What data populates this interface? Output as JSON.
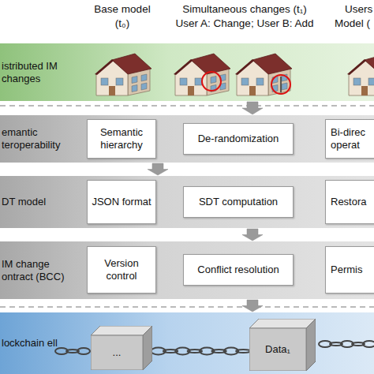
{
  "diagram": {
    "nodes": [
      {
        "text": [
          "istributed IM changes"
        ]
      },
      {
        "text": [
          "emantic teroperability"
        ]
      },
      {
        "text": [
          "Semantic hierarchy"
        ],
        "in": 1
      },
      {
        "text": [
          "De-randomization"
        ],
        "in": 1
      },
      {
        "text": [
          "Bi-direc operat"
        ],
        "in": 1
      },
      {
        "text": [
          "DT model"
        ]
      },
      {
        "text": [
          "JSON format"
        ],
        "in": 5
      },
      {
        "text": [
          "SDT computation"
        ],
        "in": 5
      },
      {
        "text": [
          "Restora"
        ],
        "in": 5
      },
      {
        "text": [
          "IM change ontract (BCC)"
        ]
      },
      {
        "text": [
          "Version control"
        ],
        "in": 9
      },
      {
        "text": [
          "Conflict resolution"
        ],
        "in": 9
      },
      {
        "text": [
          "Permis"
        ],
        "in": 9
      },
      {
        "text": [
          "lockchain ell"
        ]
      },
      {
        "text": [
          "..."
        ],
        "in": 13
      },
      {
        "text": [
          "Data₁"
        ],
        "in": 13
      }
    ],
    "edges": [
      {
        "from": 0,
        "to": 1,
        "arrow": "to"
      },
      {
        "from": 1,
        "to": 5,
        "arrow": "to"
      },
      {
        "from": 5,
        "to": 9,
        "arrow": "to"
      },
      {
        "from": 9,
        "to": 13,
        "arrow": "to"
      },
      {
        "from": 14,
        "to": 15,
        "arrow": "none"
      }
    ],
    "labels": [
      "Base model",
      "(t₀)",
      "Simultaneous changes (t₁)",
      "User A: Change; User B: Add",
      "Users",
      "Model ("
    ]
  }
}
